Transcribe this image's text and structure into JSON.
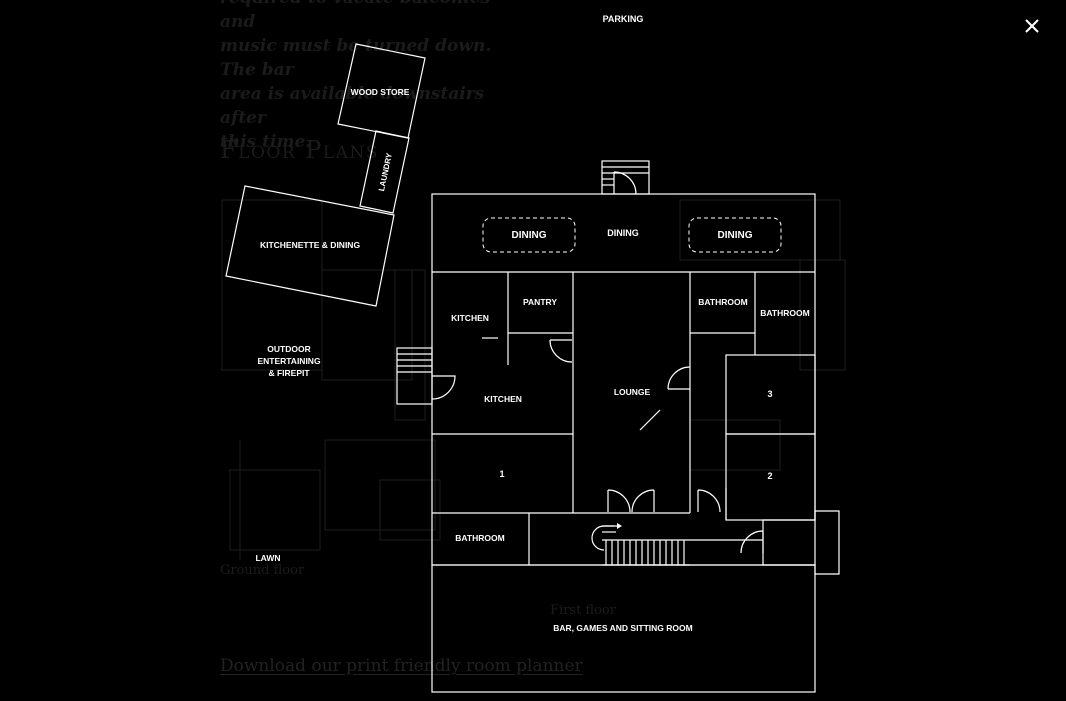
{
  "background": {
    "intro_lines": [
      "required to vacate balconies and",
      "music must be turned down. The bar",
      "area is available downstairs after",
      "this time."
    ],
    "heading": "Floor Plans",
    "ground_floor_caption": "Ground floor",
    "first_floor_caption": "First floor",
    "download_link": "Download our print friendly room planner"
  },
  "lightbox": {
    "close_icon": "close-icon"
  },
  "plan": {
    "labels": {
      "parking": "PARKING",
      "wood_store": "WOOD STORE",
      "laundry": "LAUNDRY",
      "kitchenette": "KITCHENETTE & DINING",
      "outdoor_1": "OUTDOOR",
      "outdoor_2": "ENTERTAINING",
      "outdoor_3": "& FIREPIT",
      "lawn": "LAWN",
      "dining_left": "DINING",
      "dining_center": "DINING",
      "dining_right": "DINING",
      "kitchen_upper": "KITCHEN",
      "pantry": "PANTRY",
      "kitchen_lower": "KITCHEN",
      "lounge": "LOUNGE",
      "bathroom_1": "BATHROOM",
      "bathroom_2": "BATHROOM",
      "bathroom_3": "BATHROOM",
      "room_1": "1",
      "room_2": "2",
      "room_3": "3",
      "bar": "BAR, GAMES AND SITTING ROOM"
    }
  }
}
